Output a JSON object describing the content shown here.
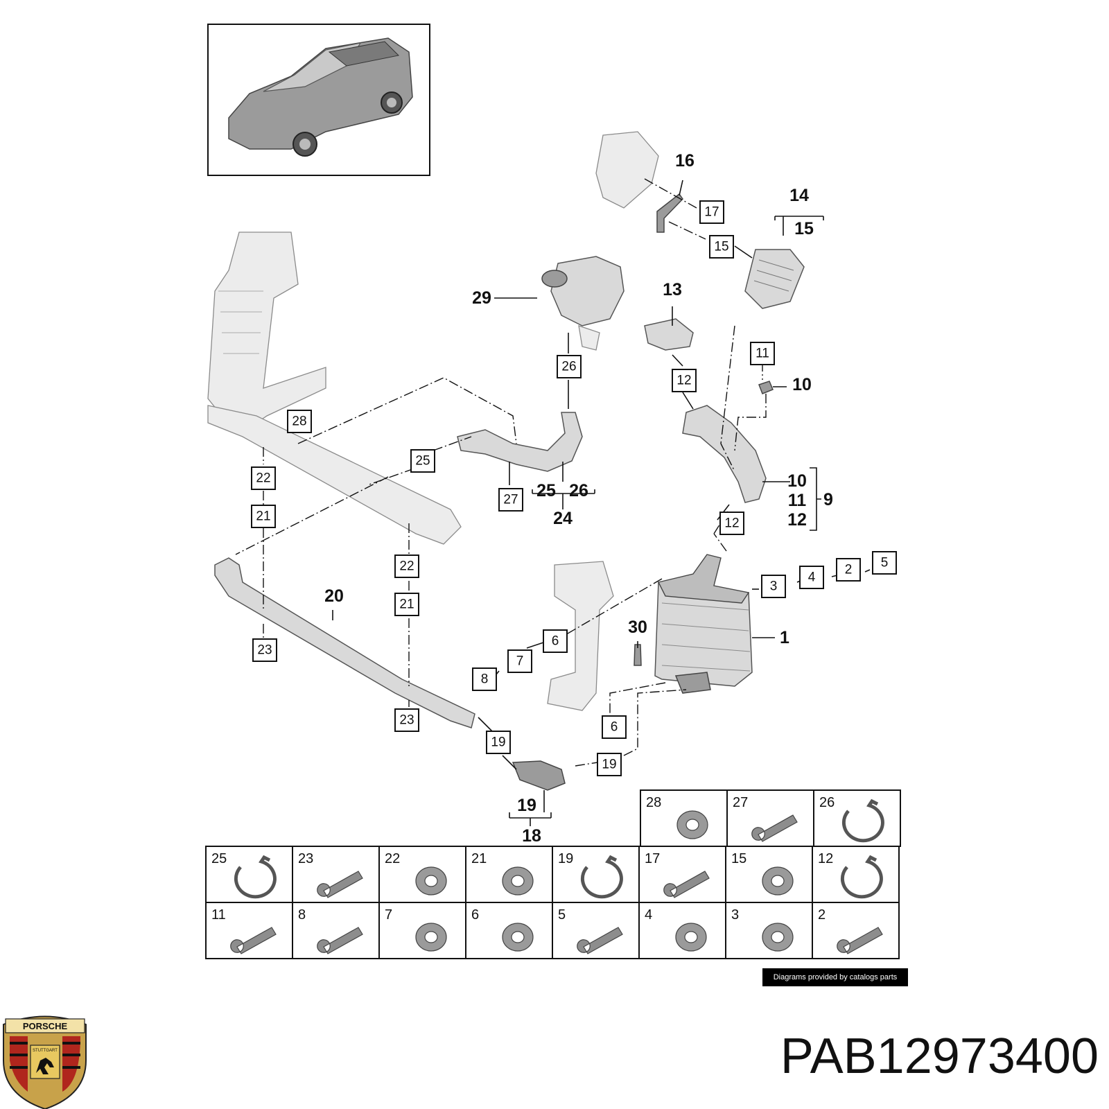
{
  "callouts": {
    "boxed": [
      {
        "id": "b17",
        "label": "17"
      },
      {
        "id": "b15",
        "label": "15"
      },
      {
        "id": "b26",
        "label": "26"
      },
      {
        "id": "b12a",
        "label": "12"
      },
      {
        "id": "b11",
        "label": "11"
      },
      {
        "id": "b28",
        "label": "28"
      },
      {
        "id": "b25",
        "label": "25"
      },
      {
        "id": "b22a",
        "label": "22"
      },
      {
        "id": "b21a",
        "label": "21"
      },
      {
        "id": "b27",
        "label": "27"
      },
      {
        "id": "b12b",
        "label": "12"
      },
      {
        "id": "b22b",
        "label": "22"
      },
      {
        "id": "b21b",
        "label": "21"
      },
      {
        "id": "b3",
        "label": "3"
      },
      {
        "id": "b4",
        "label": "4"
      },
      {
        "id": "b2",
        "label": "2"
      },
      {
        "id": "b5",
        "label": "5"
      },
      {
        "id": "b23a",
        "label": "23"
      },
      {
        "id": "b6a",
        "label": "6"
      },
      {
        "id": "b7",
        "label": "7"
      },
      {
        "id": "b8",
        "label": "8"
      },
      {
        "id": "b23b",
        "label": "23"
      },
      {
        "id": "b6b",
        "label": "6"
      },
      {
        "id": "b19a",
        "label": "19"
      },
      {
        "id": "b19b",
        "label": "19"
      }
    ],
    "plain": [
      {
        "id": "p16",
        "label": "16"
      },
      {
        "id": "p14",
        "label": "14"
      },
      {
        "id": "p15",
        "label": "15"
      },
      {
        "id": "p29",
        "label": "29"
      },
      {
        "id": "p13",
        "label": "13"
      },
      {
        "id": "p10a",
        "label": "10"
      },
      {
        "id": "p25",
        "label": "25"
      },
      {
        "id": "p26",
        "label": "26"
      },
      {
        "id": "p24",
        "label": "24"
      },
      {
        "id": "p10b",
        "label": "10"
      },
      {
        "id": "p11",
        "label": "11"
      },
      {
        "id": "p12",
        "label": "12"
      },
      {
        "id": "p9",
        "label": "9"
      },
      {
        "id": "p20",
        "label": "20"
      },
      {
        "id": "p30",
        "label": "30"
      },
      {
        "id": "p1",
        "label": "1"
      },
      {
        "id": "p19",
        "label": "19"
      },
      {
        "id": "p18",
        "label": "18"
      }
    ]
  },
  "parts_table": {
    "row1": [
      "28",
      "27",
      "26"
    ],
    "row2": [
      "25",
      "23",
      "22",
      "21",
      "19",
      "17",
      "15",
      "12"
    ],
    "row3": [
      "11",
      "8",
      "7",
      "6",
      "5",
      "4",
      "3",
      "2"
    ]
  },
  "credit": "Diagrams provided by catalogs parts",
  "logo": {
    "brand_text": "PORSCHE",
    "city_text": "STUTTGART"
  },
  "part_number": "PAB12973400"
}
